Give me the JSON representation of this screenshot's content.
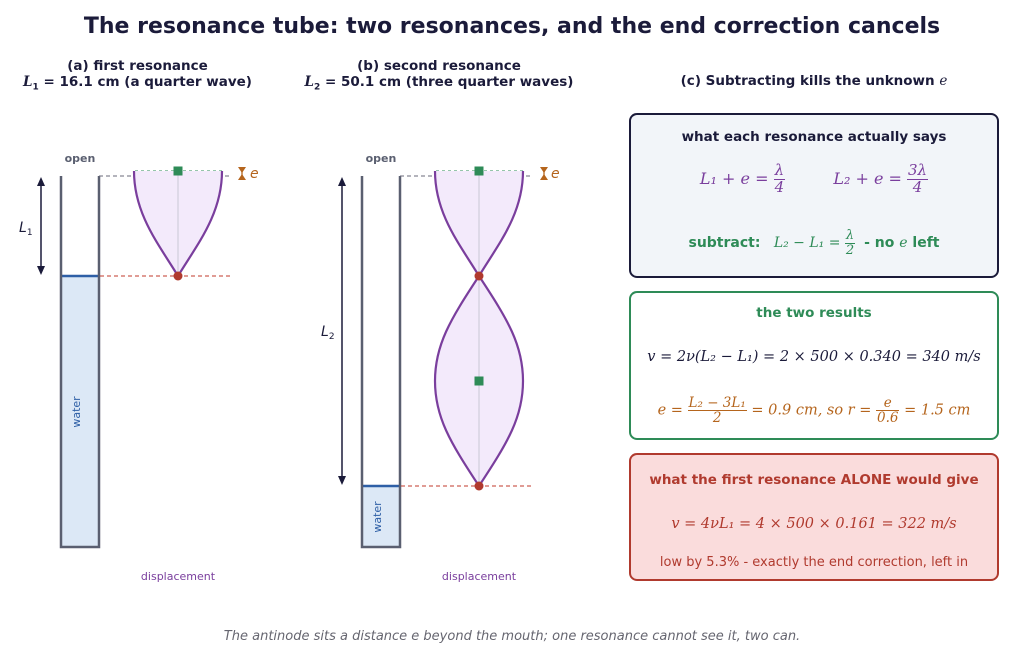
{
  "title": "The resonance tube:  two resonances, and the end correction cancels",
  "panel_a": {
    "heading": "(a)  first resonance",
    "length_symbol": "L",
    "length_sub": "1",
    "length_text": " = 16.1 cm  (a quarter wave)",
    "open_label": "open",
    "water_label": "water",
    "end_symbol": "e",
    "displacement_label": "displacement"
  },
  "panel_b": {
    "heading": "(b)  second resonance",
    "length_symbol": "L",
    "length_sub": "2",
    "length_text": " = 50.1 cm  (three quarter waves)",
    "open_label": "open",
    "water_label": "water",
    "end_symbol": "e",
    "displacement_label": "displacement"
  },
  "panel_c": {
    "heading_text": "(c)  Subtracting kills the unknown ",
    "heading_symbol": "e"
  },
  "box_says": {
    "heading": "what each resonance actually says",
    "eq1_lhs": "L₁ + e =",
    "eq1_num": "λ",
    "eq1_den": "4",
    "eq2_lhs": "L₂ + e =",
    "eq2_num": "3λ",
    "eq2_den": "4",
    "subtract_label": "subtract:",
    "subtract_lhs": "L₂ − L₁ =",
    "subtract_num": "λ",
    "subtract_den": "2",
    "subtract_tail": "-  no ",
    "subtract_e": "e",
    "subtract_end": " left"
  },
  "box_results": {
    "heading": "the two results",
    "speed_eq": "v = 2ν(L₂ − L₁) = 2 × 500 × 0.340 = 340 m/s",
    "e_lhs": "e =",
    "e_num": "L₂ − 3L₁",
    "e_den": "2",
    "e_rhs": "= 0.9 cm,   so   r =",
    "r_num": "e",
    "r_den": "0.6",
    "r_rhs": "= 1.5 cm"
  },
  "box_first": {
    "heading": "what the first resonance ALONE would give",
    "eq": "v = 4νL₁ = 4 × 500 × 0.161 = 322 m/s",
    "note": "low by 5.3% - exactly the end correction, left in"
  },
  "caption": "The antinode sits a distance e beyond the mouth; one resonance cannot see it, two can.",
  "colors": {
    "navy": "#1b1b3a",
    "purple": "#7a3e9d",
    "green": "#2e8b57",
    "orange": "#b5651d",
    "red": "#b03a2e",
    "water": "#2e5fa6",
    "tube": "#5a5f70"
  }
}
